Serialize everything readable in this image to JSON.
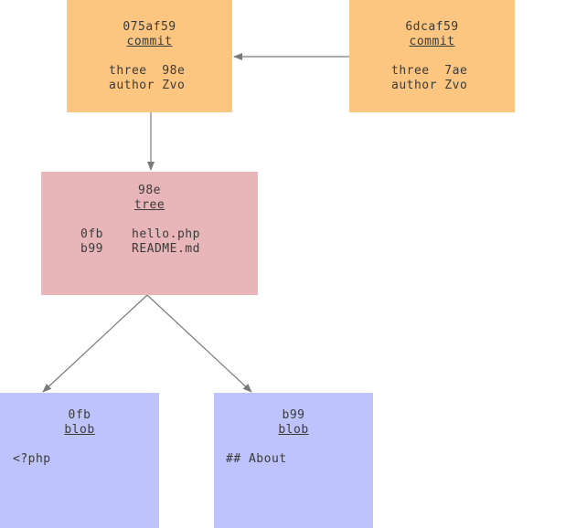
{
  "commit_new": {
    "hash": "6dcaf59",
    "type": "commit",
    "tree_line": "three  7ae",
    "author_line": "author Zvo"
  },
  "commit_old": {
    "hash": "075af59",
    "type": "commit",
    "tree_line": "three  98e",
    "author_line": "author Zvo"
  },
  "tree": {
    "hash": "98e",
    "type": "tree",
    "entries": [
      {
        "hash": "0fb",
        "name": "hello.php"
      },
      {
        "hash": "b99",
        "name": "README.md"
      }
    ]
  },
  "blob_php": {
    "hash": "0fb",
    "type": "blob",
    "content": "<?php"
  },
  "blob_readme": {
    "hash": "b99",
    "type": "blob",
    "content": "## About"
  },
  "colors": {
    "commit_fill": "#fcc580",
    "tree_fill": "#e8b6b8",
    "blob_fill": "#bec4fb",
    "edge": "#7a7a7a",
    "text": "#3a3a3a"
  }
}
